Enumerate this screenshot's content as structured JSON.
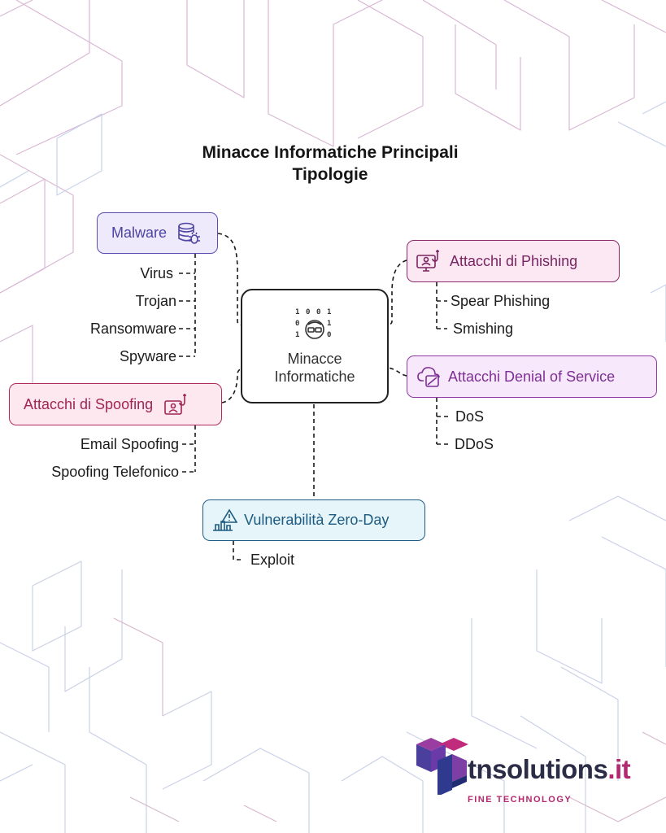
{
  "title": {
    "line1": "Minacce Informatiche Principali",
    "line2": "Tipologie"
  },
  "center": {
    "line1": "Minacce",
    "line2": "Informatiche",
    "icon": "hacker-binary-icon",
    "binary": [
      "1 0 0 1",
      "0    1",
      "1    0"
    ]
  },
  "nodes": {
    "malware": {
      "label": "Malware",
      "icon": "database-bug-icon",
      "color": "#5a4fb0",
      "fill": "#eeeafc",
      "items": [
        "Virus",
        "Trojan",
        "Ransomware",
        "Spyware"
      ]
    },
    "phishing": {
      "label": "Attacchi di Phishing",
      "icon": "computer-hook-icon",
      "color": "#8d2a6f",
      "fill": "#fbe8f3",
      "items": [
        "Spear Phishing",
        "Smishing"
      ]
    },
    "dos": {
      "label": "Attacchi Denial of Service",
      "icon": "cloud-blocked-icon",
      "color": "#8e3aa3",
      "fill": "#f7e9fb",
      "items": [
        "DoS",
        "DDoS"
      ]
    },
    "spoofing": {
      "label": "Attacchi di Spoofing",
      "icon": "id-card-hook-icon",
      "color": "#b02a5e",
      "fill": "#fde8ef",
      "items": [
        "Email Spoofing",
        "Spoofing Telefonico"
      ]
    },
    "zeroday": {
      "label": "Vulnerabilità Zero-Day",
      "icon": "warning-chart-icon",
      "color": "#1f5d84",
      "fill": "#e6f5fa",
      "items": [
        "Exploit"
      ]
    }
  },
  "logo": {
    "brand_main": "tnsolutions",
    "brand_ext": ".it",
    "tagline": "FINE TECHNOLOGY",
    "icon": "tn-cube-logo"
  }
}
